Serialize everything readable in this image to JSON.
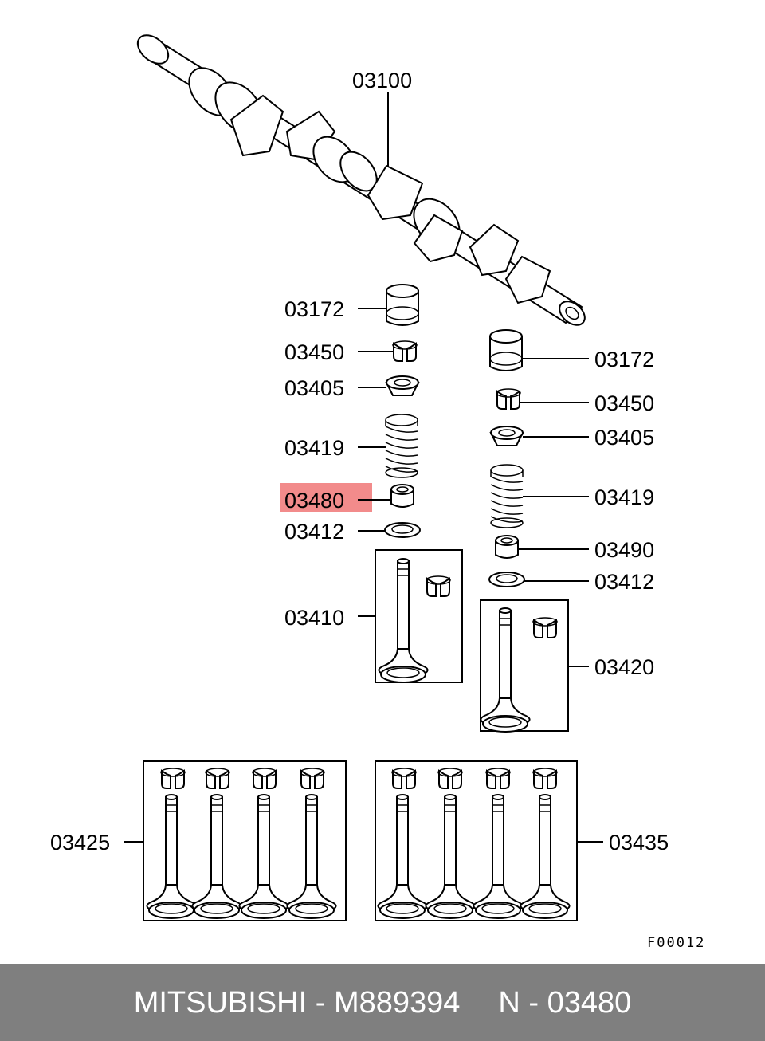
{
  "callouts": {
    "camshaft": "03100",
    "left_lifter": "03172",
    "left_keeper": "03450",
    "left_retainer": "03405",
    "left_spring": "03419",
    "left_seal": "03480",
    "left_seat": "03412",
    "intake_valve": "03410",
    "right_lifter": "03172",
    "right_keeper": "03450",
    "right_retainer": "03405",
    "right_spring": "03419",
    "right_seal": "03490",
    "right_seat": "03412",
    "exhaust_valve": "03420",
    "intake_valve_set": "03425",
    "exhaust_valve_set": "03435"
  },
  "figure_code": "F00012",
  "highlight_color": "#f28b8b",
  "footer": {
    "brand": "MITSUBISHI",
    "sep1": " - ",
    "part_number": "M889394",
    "ref_prefix": "N",
    "sep2": " - ",
    "ref_number": "03480"
  },
  "footer_bg": "#7f7f7f"
}
